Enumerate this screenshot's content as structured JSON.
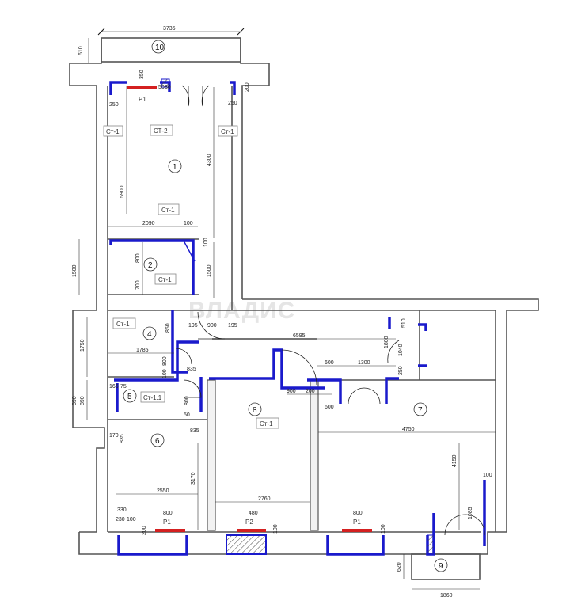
{
  "watermark": "ВЛАДИС",
  "rooms": [
    "10",
    "1",
    "2",
    "4",
    "5",
    "6",
    "8",
    "7",
    "9"
  ],
  "wall_tags": {
    "st1": "Ст-1",
    "st2": "СТ-2",
    "st11": "Ст-1.1"
  },
  "radiators": {
    "p1": "P1",
    "p2": "P2"
  },
  "dims": {
    "d3735": "3735",
    "d610": "610",
    "d350": "350",
    "d50a": "50",
    "d30": "30",
    "d250a": "250",
    "d200a": "200",
    "d250b": "250",
    "d4300": "4300",
    "d5900": "5900",
    "d2090": "2090",
    "d100a": "100",
    "d100b": "100",
    "d800a": "800",
    "d700": "700",
    "d1500a": "1500",
    "d1500b": "1500",
    "d850": "850",
    "d195a": "195",
    "d900a": "900",
    "d195b": "195",
    "d6595": "6595",
    "d510": "510",
    "d1750": "1750",
    "d1785": "1785",
    "d1800": "1800",
    "d1040": "1040",
    "d100c": "100",
    "d600a": "600",
    "d800b": "800",
    "d835a": "835",
    "d600b": "600",
    "d1300": "1300",
    "d250c": "250",
    "d165": "165",
    "d75": "75",
    "d890a": "890",
    "d890b": "890",
    "d800c": "800",
    "d900b": "900",
    "d200b": "200",
    "d600c": "600",
    "d50b": "50",
    "d170": "170",
    "d835b": "835",
    "d835c": "835",
    "d4750": "4750",
    "d4150": "4150",
    "d3170": "3170",
    "d2550": "2550",
    "d100d": "100",
    "d1085": "1085",
    "d2760": "2760",
    "d330": "330",
    "d230": "230",
    "d100e": "100",
    "d800d": "800",
    "d480": "480",
    "d800e": "800",
    "d200c": "200",
    "d100f": "100",
    "d100g": "100",
    "d620": "620",
    "d1860": "1860"
  }
}
